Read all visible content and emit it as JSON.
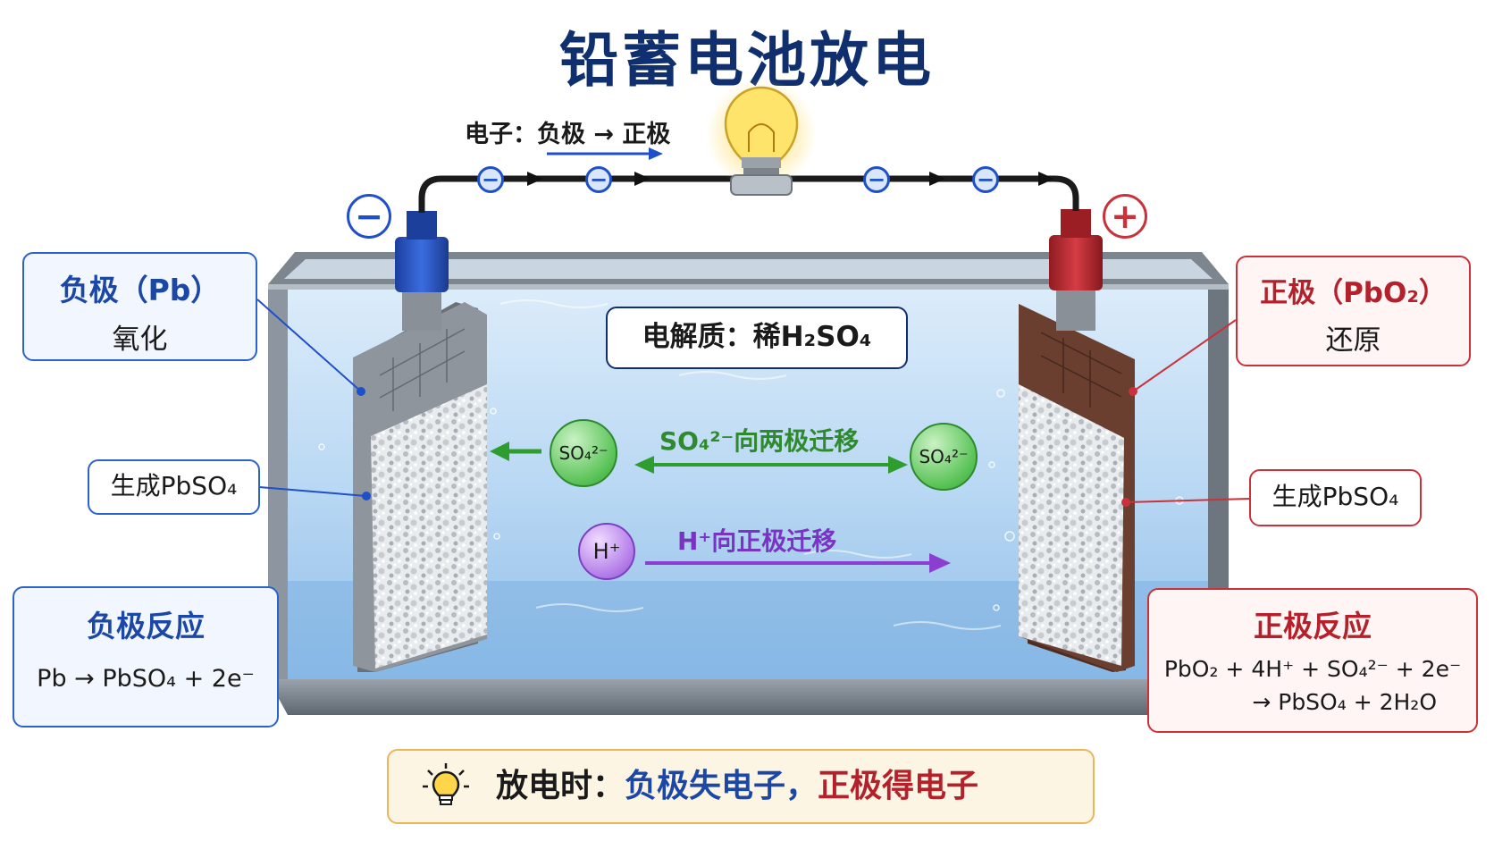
{
  "title": "铅蓄电池放电",
  "electron_flow": {
    "label": "电子：负极 → 正极",
    "electron_symbol": "−"
  },
  "terminals": {
    "negative_symbol": "−",
    "positive_symbol": "+"
  },
  "negative_electrode": {
    "name_label": "负极（Pb）",
    "process": "氧化",
    "product_label": "生成PbSO₄",
    "reaction_title": "负极反应",
    "reaction_equation": "Pb → PbSO₄ + 2e⁻"
  },
  "positive_electrode": {
    "name_label": "正极（PbO₂）",
    "process": "还原",
    "product_label": "生成PbSO₄",
    "reaction_title": "正极反应",
    "reaction_equation_line1": "PbO₂ + 4H⁺ + SO₄²⁻ + 2e⁻",
    "reaction_equation_line2": "→ PbSO₄ + 2H₂O"
  },
  "electrolyte": {
    "label": "电解质：稀H₂SO₄"
  },
  "ions": {
    "sulfate_symbol": "SO₄²⁻",
    "sulfate_migration": "SO₄²⁻向两极迁移",
    "hydrogen_symbol": "H⁺",
    "hydrogen_migration": "H⁺向正极迁移"
  },
  "summary": {
    "prefix": "放电时：",
    "negative_part": "负极失电子，",
    "positive_part": "正极得电子"
  },
  "colors": {
    "title": "#0f2f6e",
    "negative": "#1b47a6",
    "positive": "#b5212b",
    "sulfate_ion": "#4cb84a",
    "hydrogen_ion": "#a060e0",
    "electrolyte": "#9fc9ef"
  },
  "icons": [
    "lightbulb-icon",
    "idea-bulb-icon",
    "electron-icon",
    "arrow-right-icon"
  ]
}
